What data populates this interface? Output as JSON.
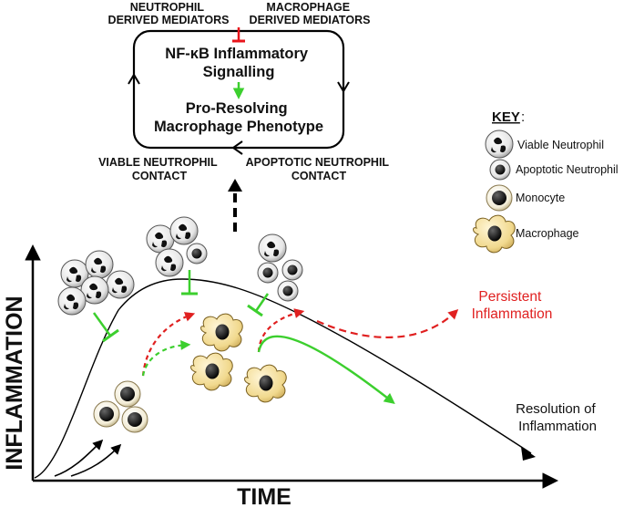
{
  "loop": {
    "top_left_label": [
      "NEUTROPHIL",
      "DERIVED MEDIATORS"
    ],
    "top_right_label": [
      "MACROPHAGE",
      "DERIVED MEDIATORS"
    ],
    "signalling": [
      "NF-κB Inflammatory",
      "Signalling"
    ],
    "phenotype": [
      "Pro-Resolving",
      "Macrophage Phenotype"
    ],
    "bottom_left_label": [
      "VIABLE NEUTROPHIL",
      "CONTACT"
    ],
    "bottom_right_label": [
      "APOPTOTIC NEUTROPHIL",
      "CONTACT"
    ]
  },
  "key": {
    "title": "KEY",
    "title_suffix": ":",
    "items": [
      "Viable Neutrophil",
      "Apoptotic Neutrophil",
      "Monocyte",
      "Macrophage"
    ]
  },
  "graph": {
    "ylabel": "INFLAMMATION",
    "xlabel": "TIME",
    "persistent": [
      "Persistent",
      "Inflammation"
    ],
    "resolution": [
      "Resolution of",
      "Inflammation"
    ]
  },
  "colors": {
    "inhibit_red": "#e8141b",
    "activate_green": "#3ccf2e",
    "persistent_red": "#e02020",
    "macrophage_fill": "#f5e2a3",
    "cell_dark": "#111111"
  }
}
